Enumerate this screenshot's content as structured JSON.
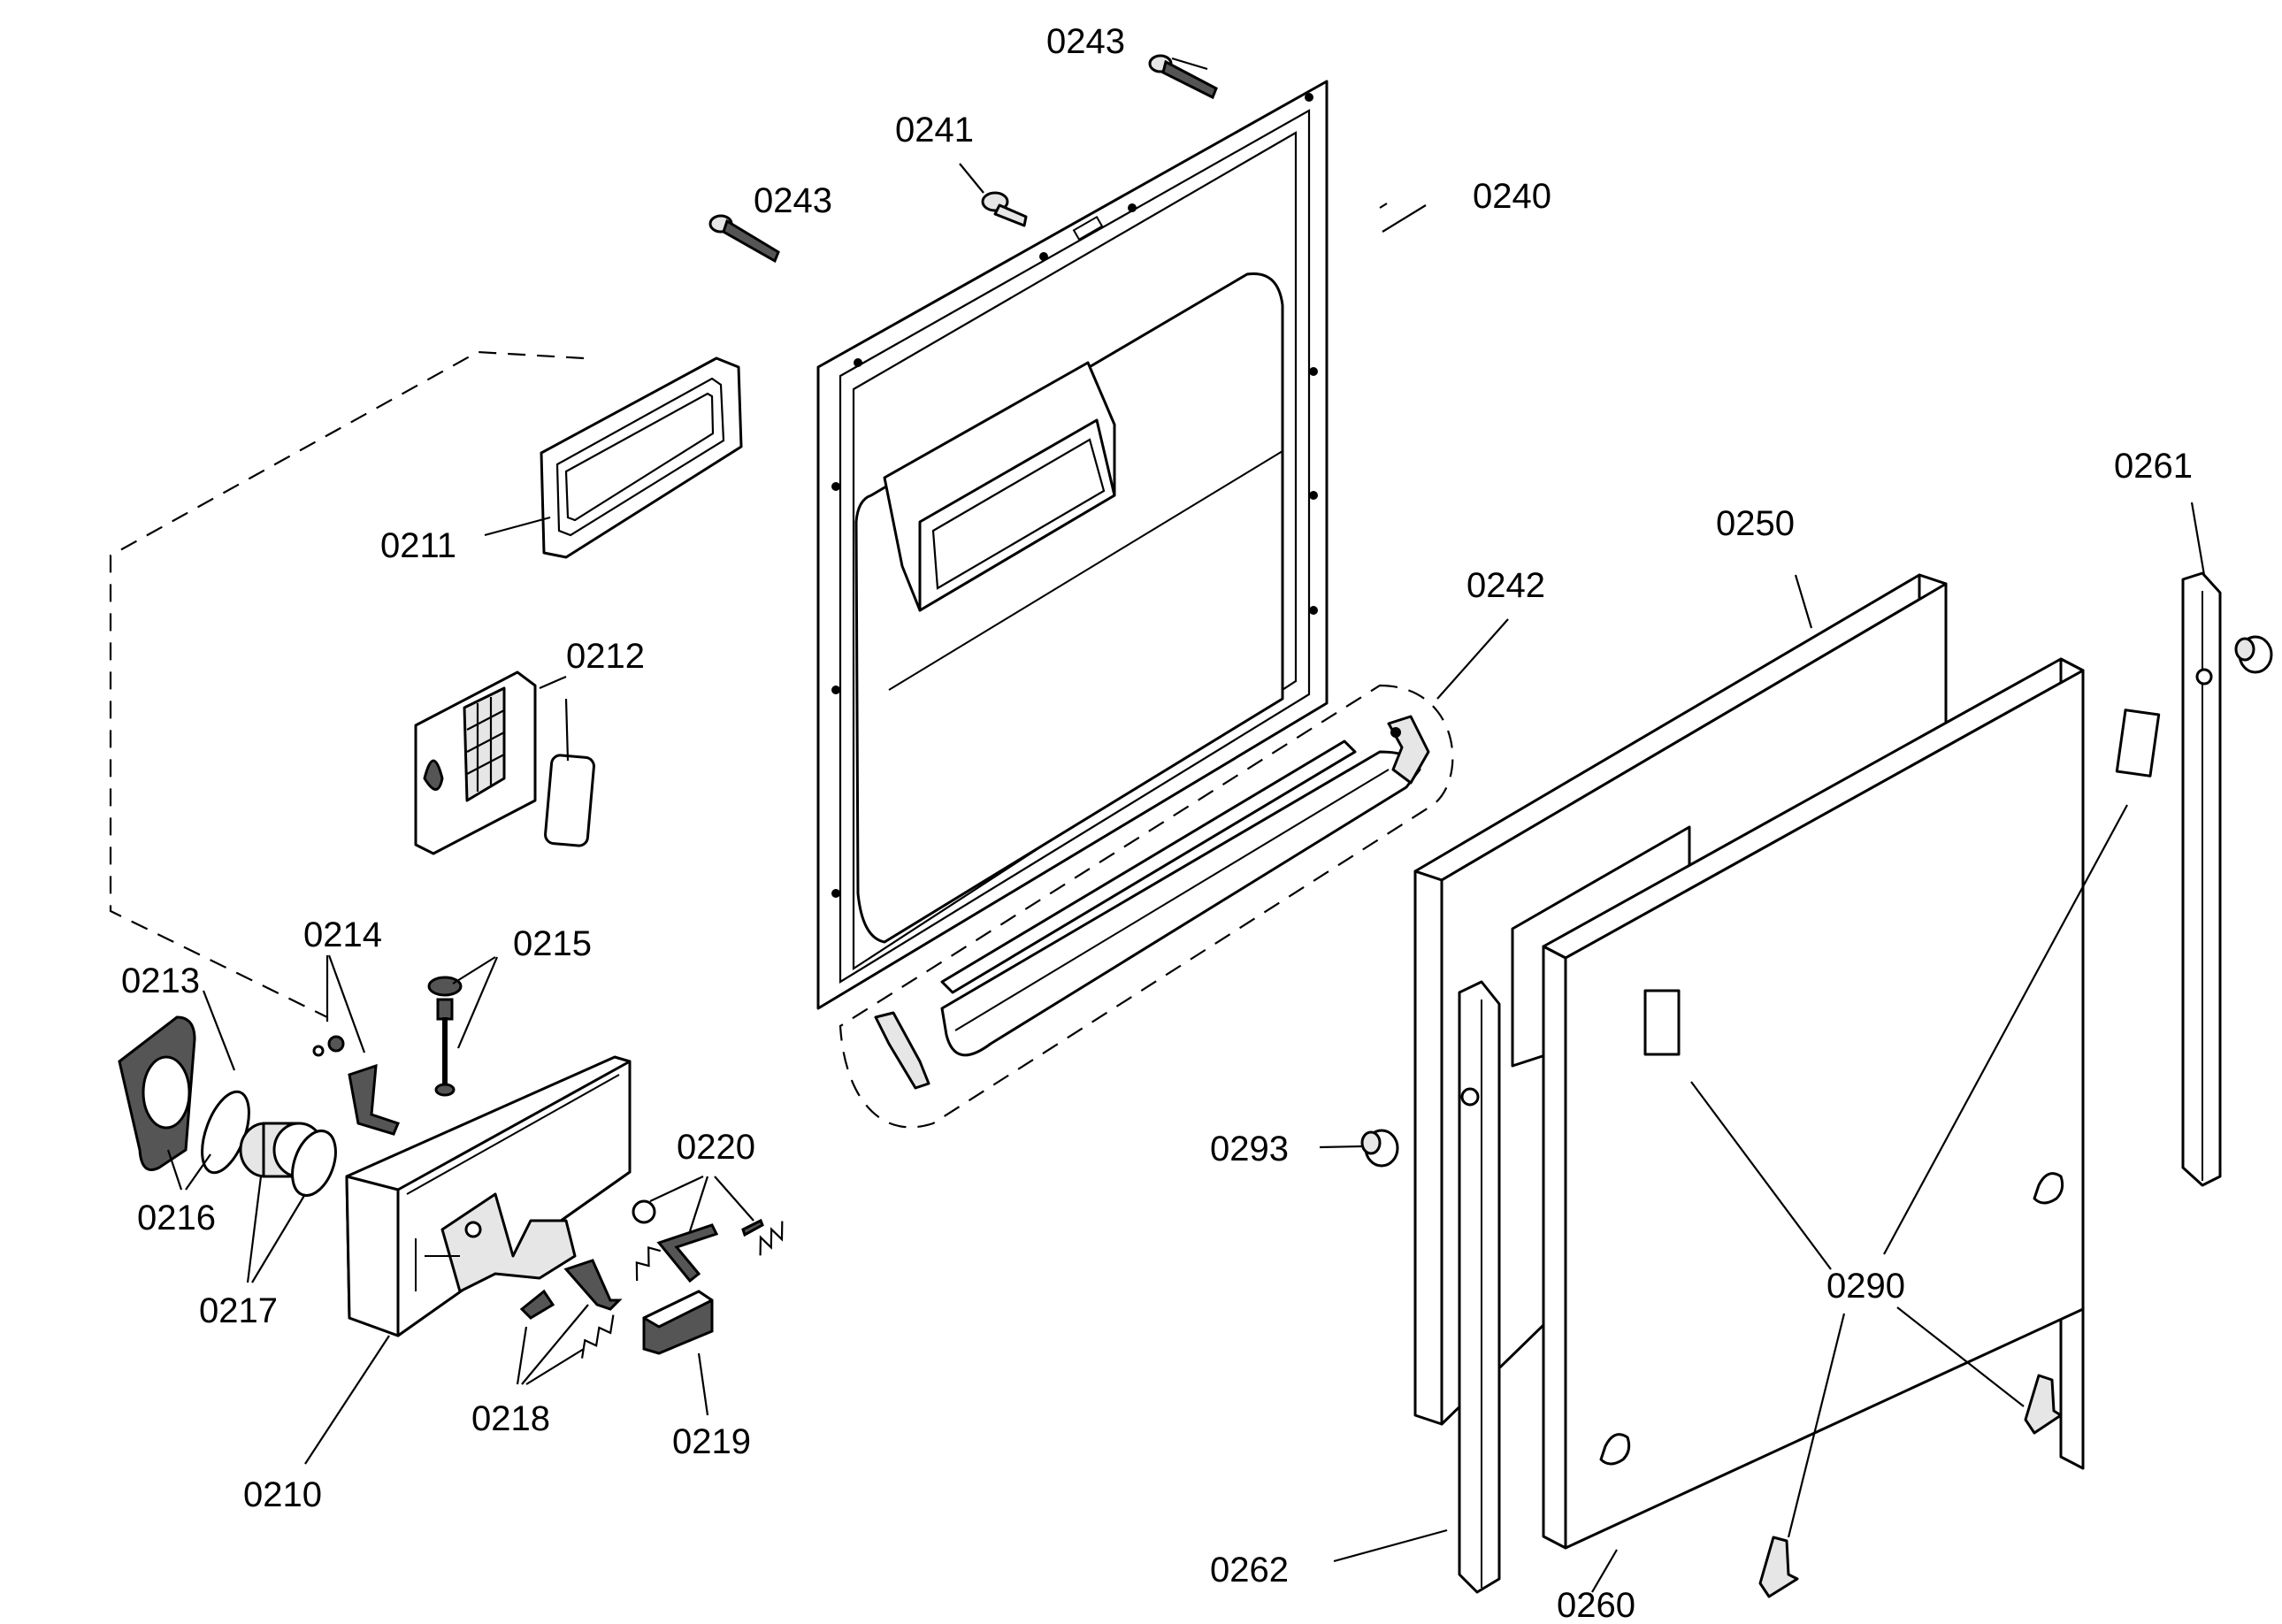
{
  "labels": {
    "l0210": "0210",
    "l0211": "0211",
    "l0212": "0212",
    "l0213": "0213",
    "l0214": "0214",
    "l0215": "0215",
    "l0216": "0216",
    "l0217": "0217",
    "l0218": "0218",
    "l0219": "0219",
    "l0220": "0220",
    "l0240": "0240",
    "l0241": "0241",
    "l0242": "0242",
    "l0243a": "0243",
    "l0243b": "0243",
    "l0250": "0250",
    "l0260": "0260",
    "l0261": "0261",
    "l0262": "0262",
    "l0290": "0290",
    "l0293": "0293"
  }
}
